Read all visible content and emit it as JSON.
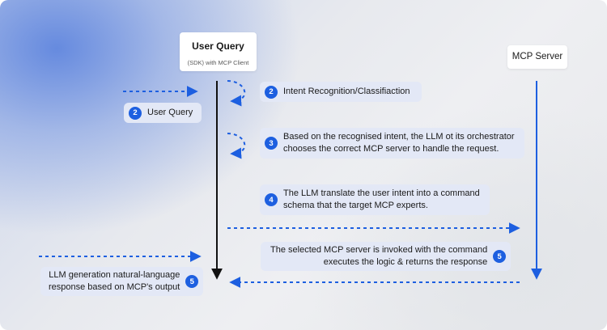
{
  "nodes": {
    "user_query_box": {
      "title": "User Query",
      "subtitle": "(SDK) with MCP Client"
    },
    "mcp_server_box": {
      "title": "MCP Server"
    }
  },
  "steps": [
    {
      "number": "2",
      "text": "User Query"
    },
    {
      "number": "2",
      "text": "Intent Recognition/Classifiaction"
    },
    {
      "number": "3",
      "line1": "Based on the recognised intent, the LLM ot its orchestrator",
      "line2": "chooses the correct MCP server to handle the request."
    },
    {
      "number": "4",
      "line1": "The LLM translate the user intent into a command",
      "line2": "schema that the target MCP experts."
    },
    {
      "number": "5",
      "line1": "The selected MCP server is invoked with the command",
      "line2": "executes the logic & returns the response"
    },
    {
      "number": "5",
      "line1": "LLM generation natural-language",
      "line2": "response based on MCP's output"
    }
  ],
  "colors": {
    "accent": "#1d5fe0",
    "pill_bg": "#e3e8f6",
    "lifeline": "#111111"
  }
}
